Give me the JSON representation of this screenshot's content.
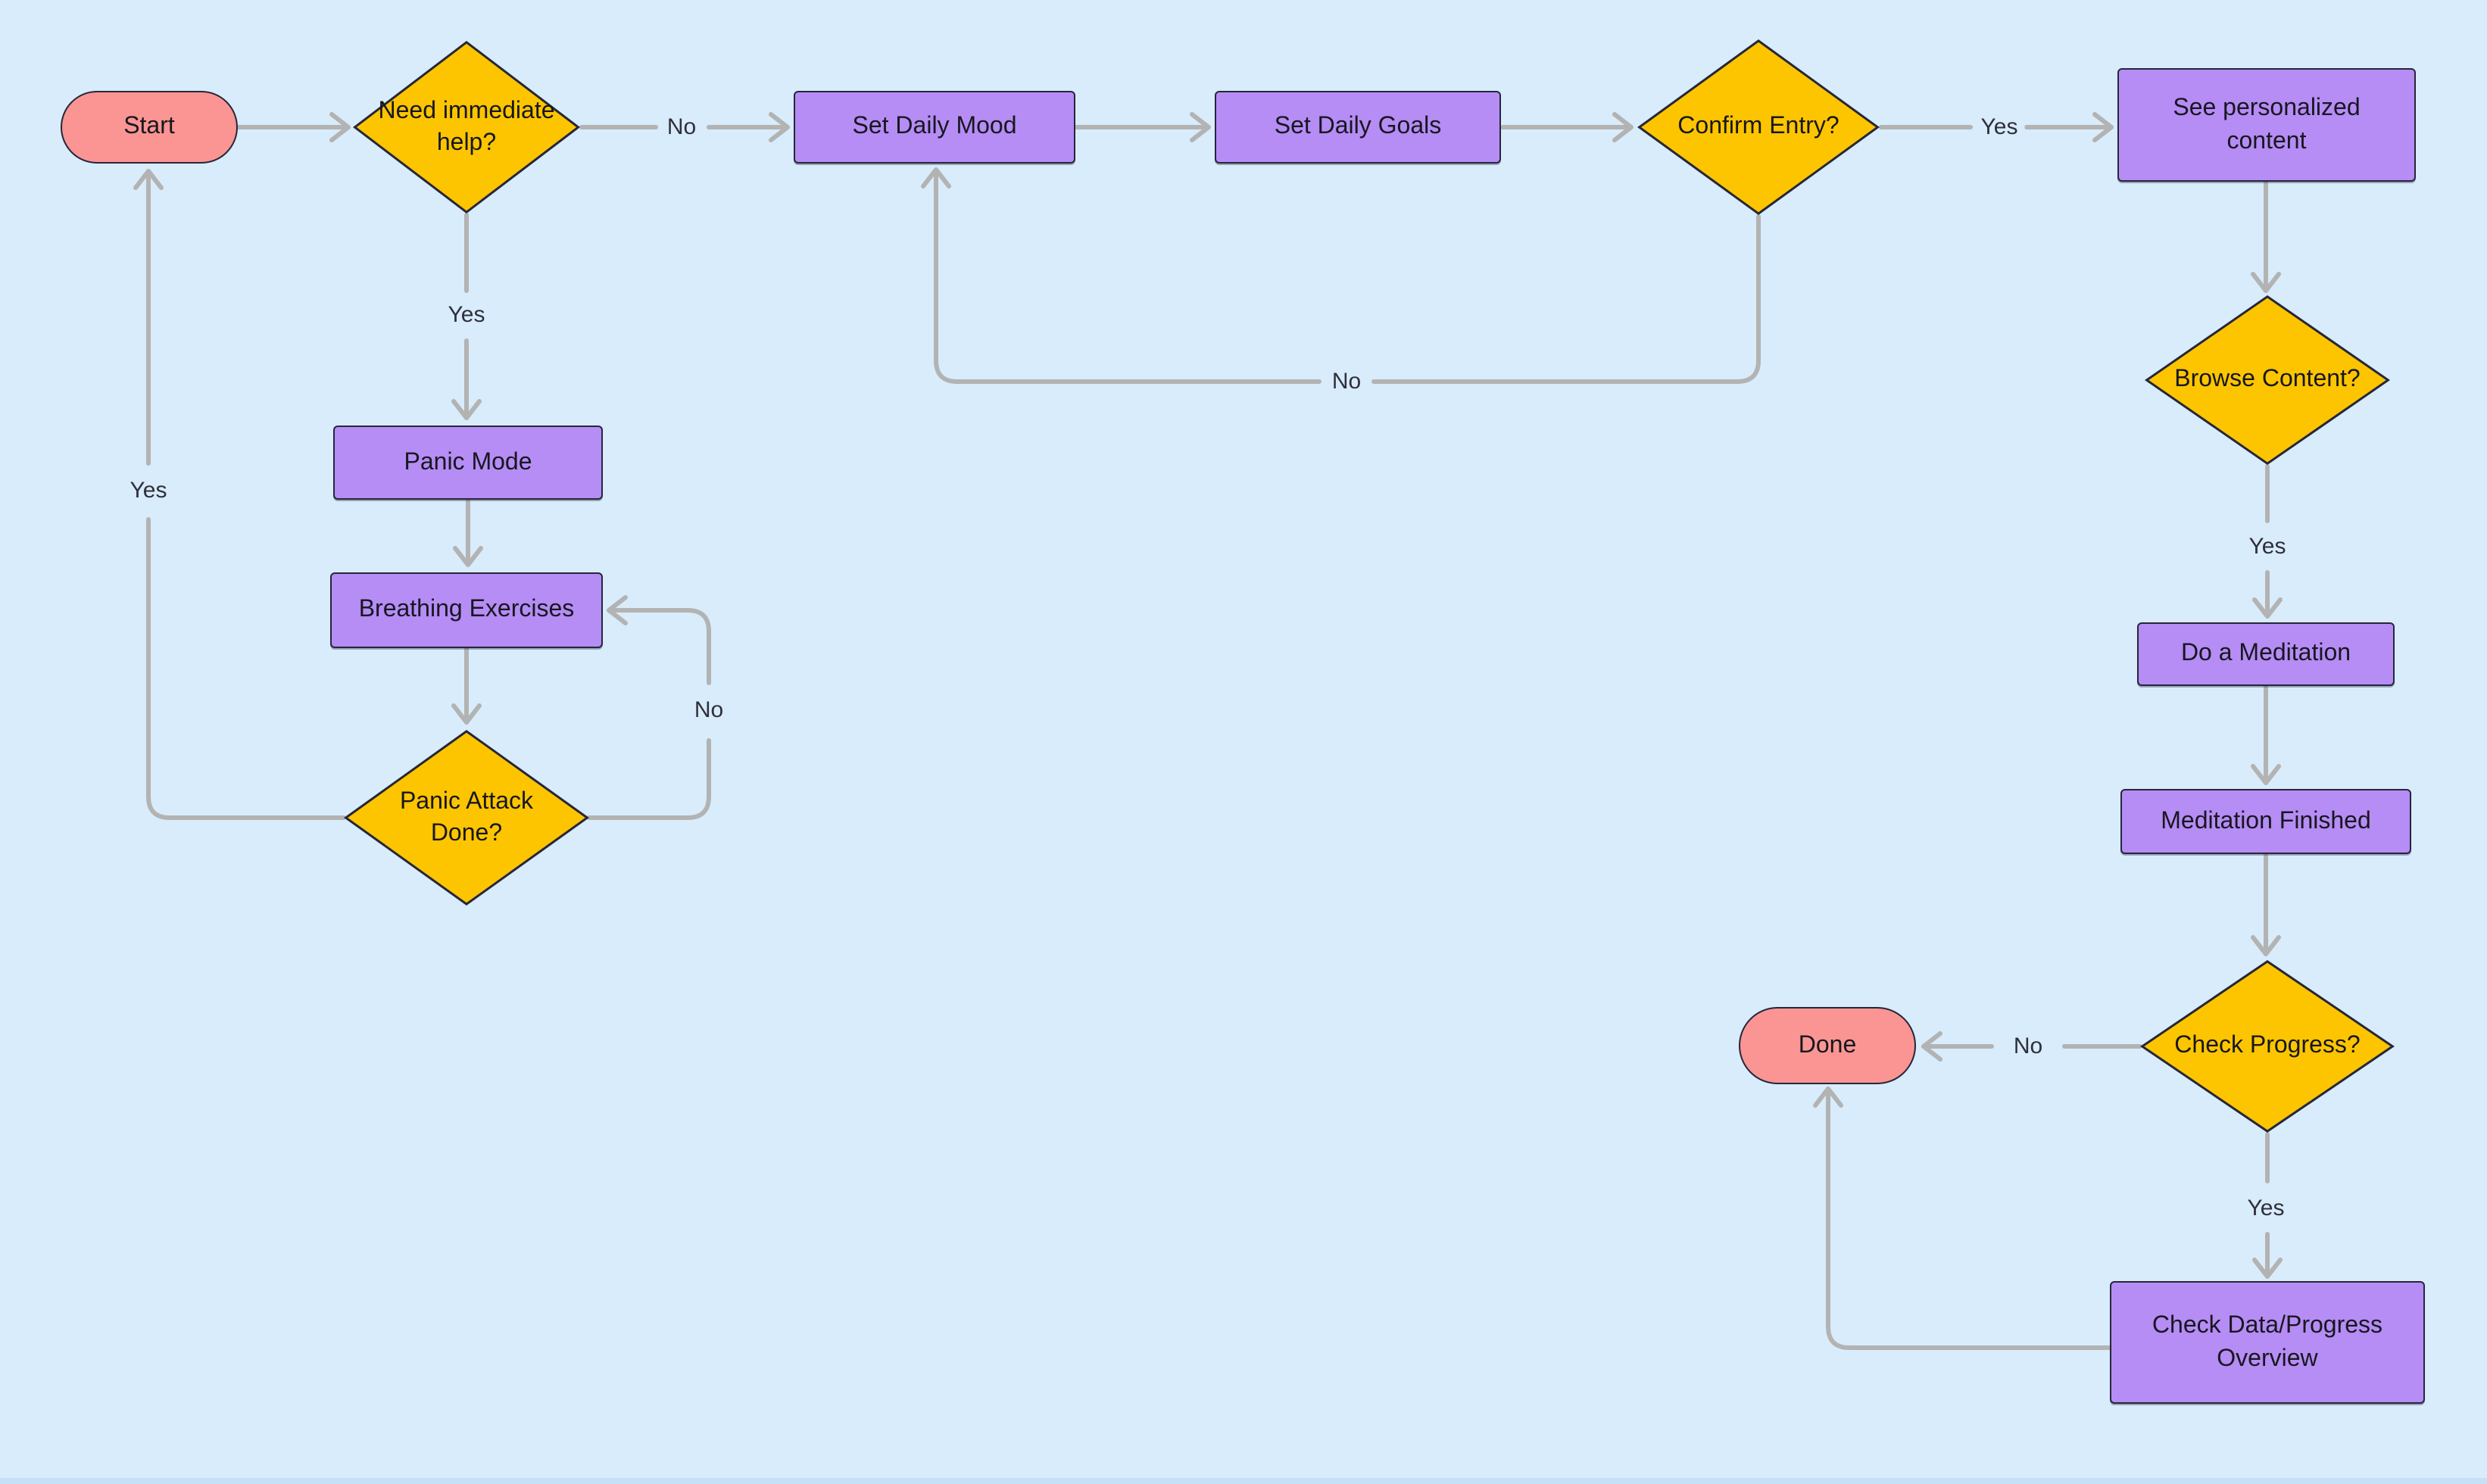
{
  "diagram": {
    "type": "flowchart",
    "background_color": "#d8ecfb",
    "colors": {
      "process_fill": "#b68cf5",
      "decision_fill": "#fdc500",
      "terminal_fill": "#fa9593",
      "shape_border": "#26263a",
      "edge_line": "#b3b3b3",
      "label_text": "#17171f"
    },
    "nodes": {
      "start": {
        "label": "Start",
        "type": "terminal"
      },
      "need_help": {
        "label": "Need immediate help?",
        "type": "decision"
      },
      "set_daily_mood": {
        "label": "Set Daily Mood",
        "type": "process"
      },
      "set_daily_goals": {
        "label": "Set Daily Goals",
        "type": "process"
      },
      "confirm_entry": {
        "label": "Confirm Entry?",
        "type": "decision"
      },
      "see_personalized": {
        "label": "See personalized content",
        "type": "process"
      },
      "browse_content": {
        "label": "Browse Content?",
        "type": "decision"
      },
      "do_meditation": {
        "label": "Do a Meditation",
        "type": "process"
      },
      "meditation_finished": {
        "label": "Meditation Finished",
        "type": "process"
      },
      "check_progress": {
        "label": "Check Progress?",
        "type": "decision"
      },
      "done": {
        "label": "Done",
        "type": "terminal"
      },
      "check_data": {
        "label": "Check Data/Progress Overview",
        "type": "process"
      },
      "panic_mode": {
        "label": "Panic Mode",
        "type": "process"
      },
      "breathing": {
        "label": "Breathing Exercises",
        "type": "process"
      },
      "panic_attack": {
        "label": "Panic Attack Done?",
        "type": "decision"
      }
    },
    "edge_labels": {
      "need_help_no": "No",
      "need_help_yes": "Yes",
      "confirm_yes": "Yes",
      "confirm_no": "No",
      "browse_yes": "Yes",
      "check_progress_no": "No",
      "check_progress_yes": "Yes",
      "panic_attack_no": "No",
      "panic_attack_yes": "Yes"
    }
  }
}
